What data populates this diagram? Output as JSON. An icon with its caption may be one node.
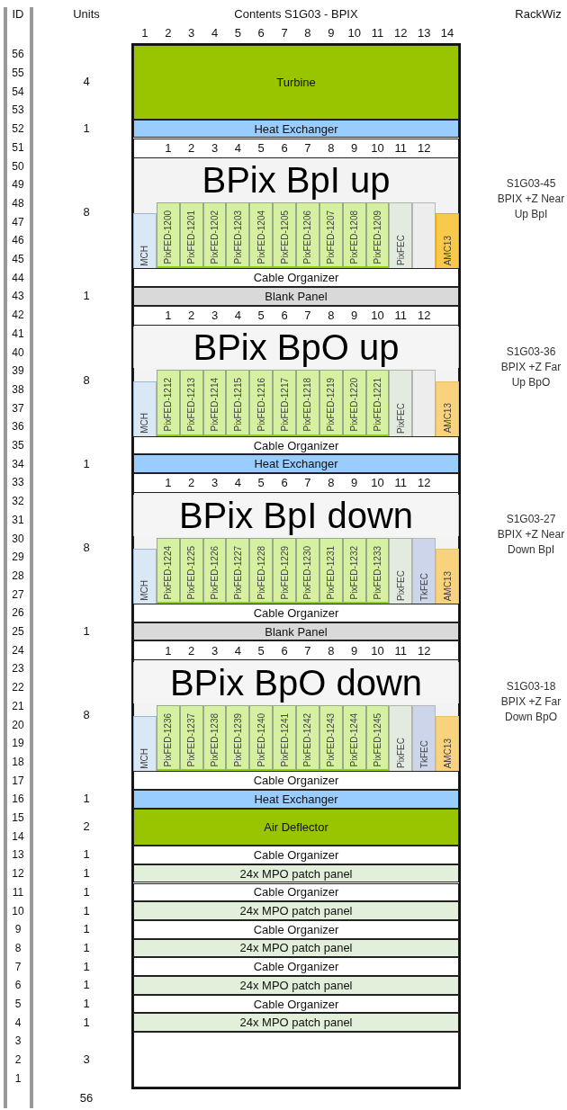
{
  "diagram": {
    "nodes": [
      {
        "text": [
          "Turbine"
        ],
        "beside": [
          "4"
        ]
      },
      {
        "text": [
          "Heat Exchanger"
        ],
        "beside": [
          "1"
        ]
      },
      {
        "text": [],
        "shape": "box",
        "beside": [
          "8",
          "S1G03-45 BPIX +Z Near Up BpI"
        ]
      },
      {
        "text": [
          "MCH"
        ],
        "in": 2
      },
      {
        "text": [
          "PixFED-1200"
        ],
        "in": 2
      },
      {
        "text": [
          "PixFED-1201"
        ],
        "in": 2
      },
      {
        "text": [
          "PixFED-1202"
        ],
        "in": 2
      },
      {
        "text": [
          "PixFED-1203"
        ],
        "in": 2
      },
      {
        "text": [
          "PixFED-1204"
        ],
        "in": 2
      },
      {
        "text": [
          "PixFED-1205"
        ],
        "in": 2
      },
      {
        "text": [
          "PixFED-1206"
        ],
        "in": 2
      },
      {
        "text": [
          "PixFED-1207"
        ],
        "in": 2
      },
      {
        "text": [
          "PixFED-1208"
        ],
        "in": 2
      },
      {
        "text": [
          "PixFED-1209"
        ],
        "in": 2
      },
      {
        "text": [
          "PixFEC"
        ],
        "in": 2
      },
      {
        "text": [],
        "shape": "box",
        "in": 2
      },
      {
        "text": [
          "AMC13"
        ],
        "in": 2
      },
      {
        "text": [
          "Cable Organizer"
        ],
        "in": 2
      },
      {
        "text": [
          "BPix BpI up"
        ],
        "in": 2
      },
      {
        "text": [
          "Blank Panel"
        ],
        "beside": [
          "1"
        ]
      },
      {
        "text": [],
        "shape": "box",
        "beside": [
          "8",
          "S1G03-36 BPIX +Z Far Up BpO"
        ]
      },
      {
        "text": [
          "MCH"
        ],
        "in": 20
      },
      {
        "text": [
          "PixFED-1212"
        ],
        "in": 20
      },
      {
        "text": [
          "PixFED-1213"
        ],
        "in": 20
      },
      {
        "text": [
          "PixFED-1214"
        ],
        "in": 20
      },
      {
        "text": [
          "PixFED-1215"
        ],
        "in": 20
      },
      {
        "text": [
          "PixFED-1216"
        ],
        "in": 20
      },
      {
        "text": [
          "PixFED-1217"
        ],
        "in": 20
      },
      {
        "text": [
          "PixFED-1218"
        ],
        "in": 20
      },
      {
        "text": [
          "PixFED-1219"
        ],
        "in": 20
      },
      {
        "text": [
          "PixFED-1220"
        ],
        "in": 20
      },
      {
        "text": [
          "PixFED-1221"
        ],
        "in": 20
      },
      {
        "text": [
          "PixFEC"
        ],
        "in": 20
      },
      {
        "text": [],
        "shape": "box",
        "in": 20
      },
      {
        "text": [
          "AMC13"
        ],
        "in": 20
      },
      {
        "text": [
          "Cable Organizer"
        ],
        "in": 20
      },
      {
        "text": [
          "BPix BpO up"
        ],
        "in": 20
      },
      {
        "text": [
          "Heat Exchanger"
        ],
        "beside": [
          "1"
        ]
      },
      {
        "text": [],
        "shape": "box",
        "beside": [
          "8",
          "S1G03-27 BPIX +Z Near Down BpI"
        ]
      },
      {
        "text": [
          "MCH"
        ],
        "in": 38
      },
      {
        "text": [
          "PixFED-1224"
        ],
        "in": 38
      },
      {
        "text": [
          "PixFED-1225"
        ],
        "in": 38
      },
      {
        "text": [
          "PixFED-1226"
        ],
        "in": 38
      },
      {
        "text": [
          "PixFED-1227"
        ],
        "in": 38
      },
      {
        "text": [
          "PixFED-1228"
        ],
        "in": 38
      },
      {
        "text": [
          "PixFED-1229"
        ],
        "in": 38
      },
      {
        "text": [
          "PixFED-1230"
        ],
        "in": 38
      },
      {
        "text": [
          "PixFED-1231"
        ],
        "in": 38
      },
      {
        "text": [
          "PixFED-1232"
        ],
        "in": 38
      },
      {
        "text": [
          "PixFED-1233"
        ],
        "in": 38
      },
      {
        "text": [
          "PixFEC"
        ],
        "in": 38
      },
      {
        "text": [
          "TkFEC"
        ],
        "in": 38
      },
      {
        "text": [
          "AMC13"
        ],
        "in": 38
      },
      {
        "text": [
          "Cable Organizer"
        ],
        "in": 38
      },
      {
        "text": [
          "BPix BpI down"
        ],
        "in": 38
      },
      {
        "text": [
          "Blank Panel"
        ],
        "beside": [
          "1"
        ]
      },
      {
        "text": [],
        "shape": "box",
        "beside": [
          "8",
          "S1G03-18 BPIX +Z Far Down BpO"
        ]
      },
      {
        "text": [
          "MCH"
        ],
        "in": 56
      },
      {
        "text": [
          "PixFED-1236"
        ],
        "in": 56
      },
      {
        "text": [
          "PixFED-1237"
        ],
        "in": 56
      },
      {
        "text": [
          "PixFED-1238"
        ],
        "in": 56
      },
      {
        "text": [
          "PixFED-1239"
        ],
        "in": 56
      },
      {
        "text": [
          "PixFED-1240"
        ],
        "in": 56
      },
      {
        "text": [
          "PixFED-1241"
        ],
        "in": 56
      },
      {
        "text": [
          "PixFED-1242"
        ],
        "in": 56
      },
      {
        "text": [
          "PixFED-1243"
        ],
        "in": 56
      },
      {
        "text": [
          "PixFED-1244"
        ],
        "in": 56
      },
      {
        "text": [
          "PixFED-1245"
        ],
        "in": 56
      },
      {
        "text": [
          "PixFEC"
        ],
        "in": 56
      },
      {
        "text": [
          "TkFEC"
        ],
        "in": 56
      },
      {
        "text": [
          "AMC13"
        ],
        "in": 56
      },
      {
        "text": [
          "Cable Organizer"
        ],
        "in": 56
      },
      {
        "text": [
          "BPix BpO down"
        ],
        "in": 56
      },
      {
        "text": [
          "Heat Exchanger"
        ],
        "beside": [
          "1"
        ]
      },
      {
        "text": [
          "Air Deflector"
        ],
        "beside": [
          "2"
        ]
      },
      {
        "text": [
          "Cable Organizer"
        ],
        "beside": [
          "1"
        ]
      },
      {
        "text": [
          "24x MPO patch panel"
        ],
        "beside": [
          "1"
        ]
      },
      {
        "text": [
          "Cable Organizer"
        ],
        "beside": [
          "1"
        ]
      },
      {
        "text": [
          "24x MPO patch panel"
        ],
        "beside": [
          "1"
        ]
      },
      {
        "text": [
          "Cable Organizer"
        ],
        "beside": [
          "1"
        ]
      },
      {
        "text": [
          "24x MPO patch panel"
        ],
        "beside": [
          "1"
        ]
      },
      {
        "text": [
          "Cable Organizer"
        ],
        "beside": [
          "1"
        ]
      },
      {
        "text": [
          "24x MPO patch panel"
        ],
        "beside": [
          "1"
        ]
      },
      {
        "text": [
          "Cable Organizer"
        ],
        "beside": [
          "1"
        ]
      },
      {
        "text": [
          "24x MPO patch panel"
        ],
        "beside": [
          "1"
        ]
      },
      {
        "text": [],
        "shape": "box",
        "beside": [
          "3"
        ]
      }
    ],
    "labels": [
      "ID",
      "Units",
      "Contents S1G03 - BPIX",
      "RackWiz",
      "1",
      "2",
      "3",
      "4",
      "5",
      "6",
      "7",
      "8",
      "9",
      "10",
      "11",
      "12",
      "13",
      "14",
      "56",
      "55",
      "54",
      "53",
      "52",
      "51",
      "50",
      "49",
      "48",
      "47",
      "46",
      "45",
      "44",
      "43",
      "42",
      "41",
      "40",
      "39",
      "38",
      "37",
      "36",
      "35",
      "34",
      "33",
      "32",
      "31",
      "30",
      "29",
      "28",
      "27",
      "26",
      "25",
      "24",
      "23",
      "22",
      "21",
      "20",
      "19",
      "18",
      "17",
      "16",
      "15",
      "14",
      "13",
      "12",
      "11",
      "10",
      "9",
      "8",
      "7",
      "6",
      "5",
      "4",
      "3",
      "2",
      "1",
      "56",
      "1",
      "2",
      "3",
      "4",
      "5",
      "6",
      "7",
      "8",
      "9",
      "10",
      "11",
      "12",
      "1",
      "2",
      "3",
      "4",
      "5",
      "6",
      "7",
      "8",
      "9",
      "10",
      "11",
      "12",
      "1",
      "2",
      "3",
      "4",
      "5",
      "6",
      "7",
      "8",
      "9",
      "10",
      "11",
      "12",
      "1",
      "2",
      "3",
      "4",
      "5",
      "6",
      "7",
      "8",
      "9",
      "10",
      "11",
      "12"
    ]
  }
}
